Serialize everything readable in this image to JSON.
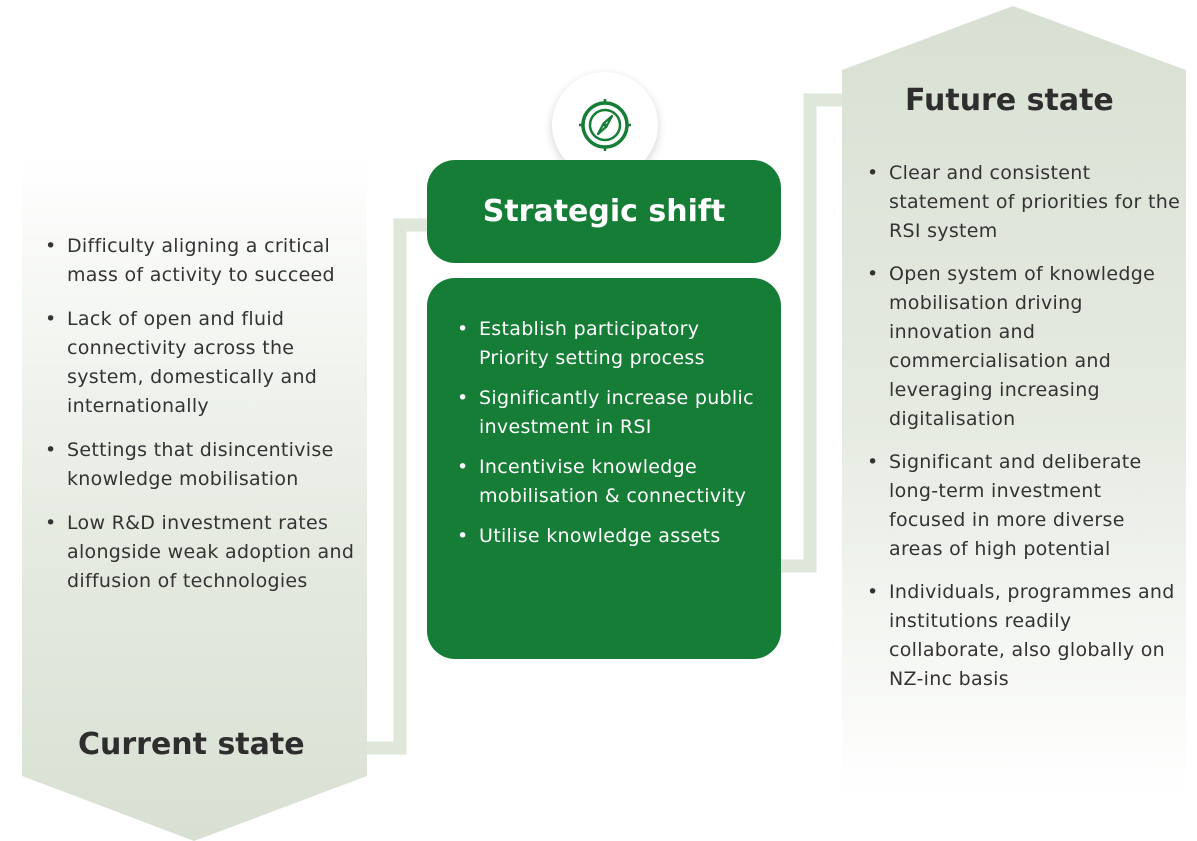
{
  "current_state": {
    "title": "Current state",
    "items": [
      "Difficulty aligning a critical mass of activity to succeed",
      "Lack of open and fluid connectivity across the system, domestically and internationally",
      "Settings that disincentivise knowledge mobilisation",
      "Low R&D investment rates alongside weak adoption and diffusion of technologies"
    ]
  },
  "strategic_shift": {
    "title": "Strategic shift",
    "icon": "compass-icon",
    "items": [
      "Establish participatory Priority setting process",
      "Significantly increase public investment in RSI",
      "Incentivise knowledge mobilisation & connectivity",
      "Utilise knowledge assets"
    ]
  },
  "future_state": {
    "title": "Future state",
    "items": [
      "Clear and consistent statement of priorities for the RSI system",
      "Open system of knowledge mobilisation driving innovation and commercialisation and leveraging increasing digitalisation",
      "Significant and deliberate long-term investment focused in more diverse areas of high potential",
      "Individuals, programmes and institutions readily collaborate, also globally on NZ-inc basis"
    ]
  },
  "colors": {
    "shift_green": "#167d37",
    "panel_tint": "#dde4d8",
    "connector": "#dfe6da",
    "heading_text": "#2e2e2e",
    "body_text": "#333333"
  }
}
